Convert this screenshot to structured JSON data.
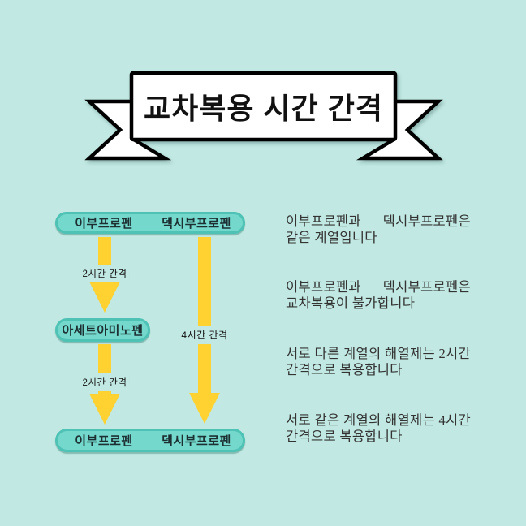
{
  "banner": {
    "title": "교차복용 시간 간격"
  },
  "flow": {
    "top_pill": {
      "left": "이부프로펜",
      "right": "덱시부프로펜"
    },
    "middle_pill": {
      "label": "아세트아미노펜"
    },
    "bottom_pill": {
      "left": "이부프로펜",
      "right": "덱시부프로펜"
    },
    "left_arrow_top_label": "2시간 간격",
    "left_arrow_bottom_label": "2시간 간격",
    "right_arrow_label": "4시간 간격"
  },
  "notes": [
    "이부프로펜과 덱시부프로펜은 같은 계열입니다",
    "이부프로펜과 덱시부프로펜은 교차복용이 불가합니다",
    "서로 다른 계열의 해열제는 2시간 간격으로 복용합니다",
    "서로 같은 계열의 해열제는 4시간 간격으로 복용합니다"
  ],
  "colors": {
    "background": "#c1e8e2",
    "pill_fill": "#74d9cc",
    "pill_border": "#4ec2b4",
    "arrow": "#ffd231",
    "note_text": "#333333"
  }
}
